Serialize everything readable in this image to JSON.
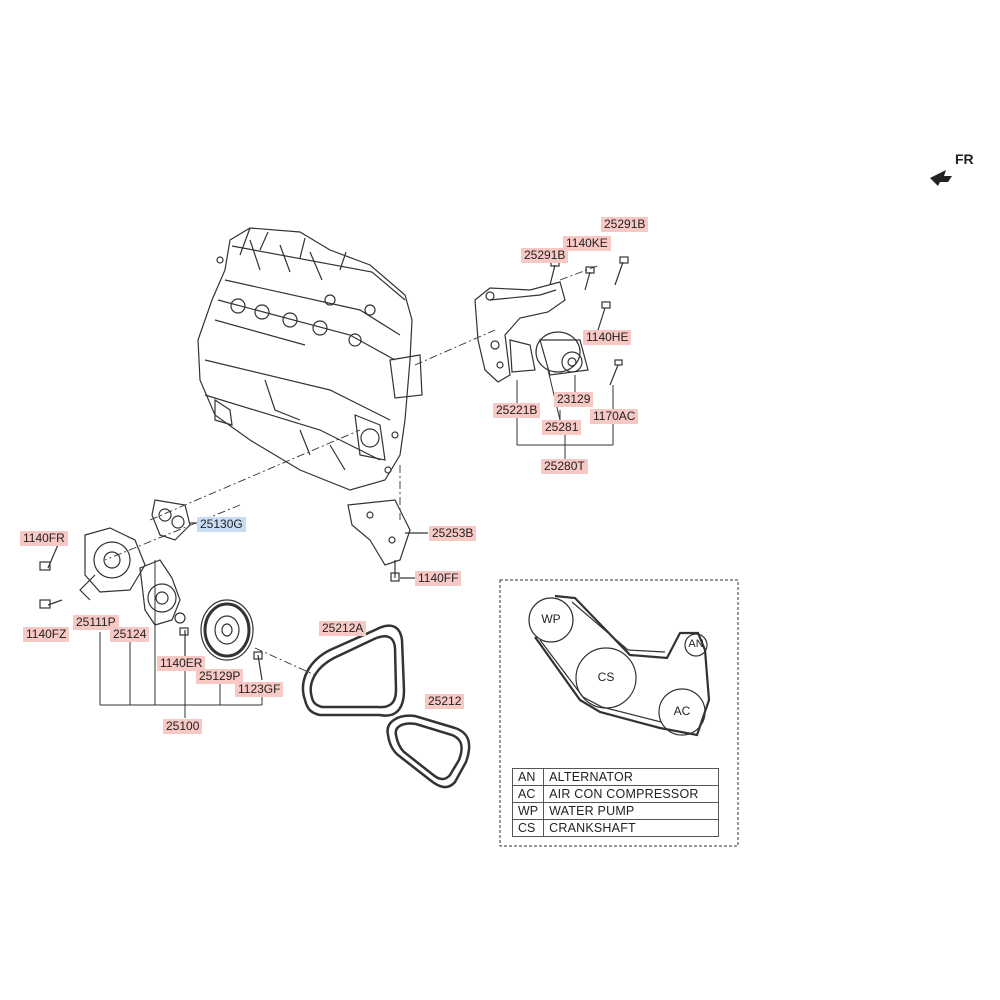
{
  "direction": {
    "text": "FR"
  },
  "parts": {
    "p25291B_top": "25291B",
    "p1140KE": "1140KE",
    "p25291B": "25291B",
    "p1140HE": "1140HE",
    "p25221B": "25221B",
    "p23129": "23129",
    "p1170AC": "1170AC",
    "p25281": "25281",
    "p25280T": "25280T",
    "p25130G": "25130G",
    "p25253B": "25253B",
    "p1140FR": "1140FR",
    "p1140FF": "1140FF",
    "p25111P": "25111P",
    "p25124": "25124",
    "p1140FZ": "1140FZ",
    "p25212A": "25212A",
    "p1140ER": "1140ER",
    "p25129P": "25129P",
    "p1123GF": "1123GF",
    "p25212": "25212",
    "p25100": "25100"
  },
  "belt_diagram": {
    "pulleys": {
      "wp": "WP",
      "an": "AN",
      "cs": "CS",
      "ac": "AC"
    },
    "legend": [
      {
        "code": "AN",
        "name": "ALTERNATOR"
      },
      {
        "code": "AC",
        "name": "AIR CON COMPRESSOR"
      },
      {
        "code": "WP",
        "name": "WATER PUMP"
      },
      {
        "code": "CS",
        "name": "CRANKSHAFT"
      }
    ]
  },
  "colors": {
    "label_highlight": "#f7c8c4",
    "label_highlight_alt": "#c9dcf5",
    "line": "#333333"
  }
}
